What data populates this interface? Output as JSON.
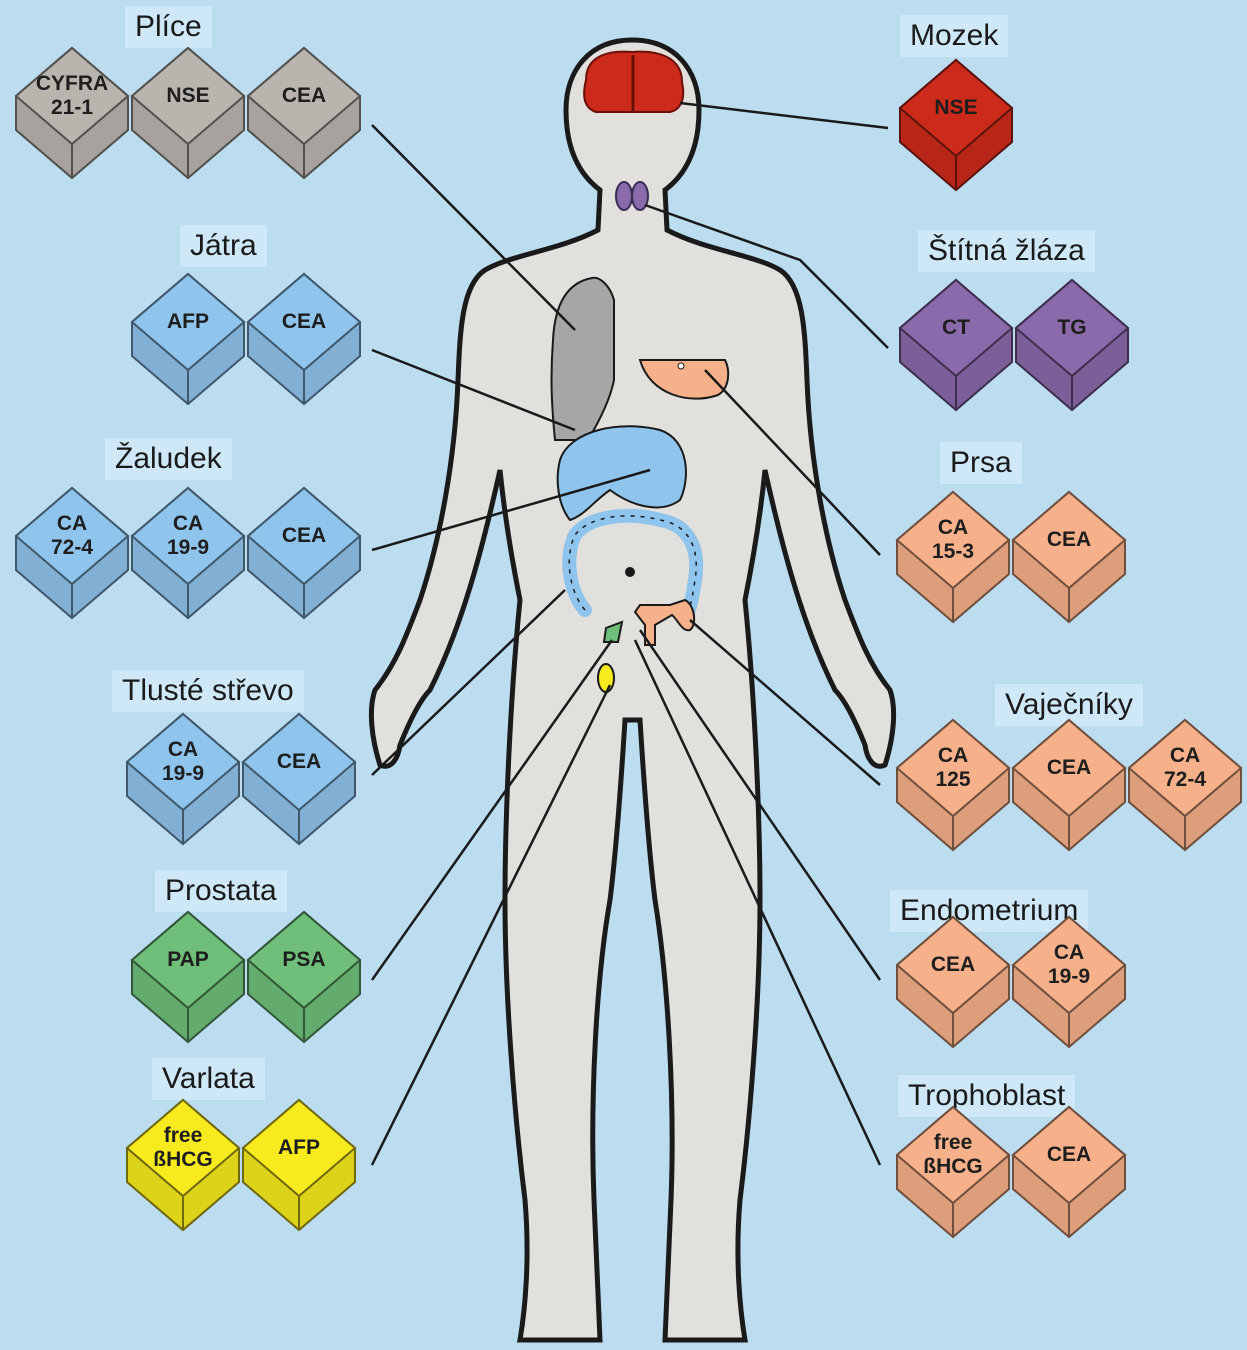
{
  "colors": {
    "background": "#bcdcf0",
    "grey": "#b9b4ae",
    "blue": "#8fc4ec",
    "green": "#6fbf7a",
    "yellow": "#f7ea1e",
    "red": "#cc2a1a",
    "purple": "#8a6aaa",
    "salmon": "#f6b08a"
  },
  "organs": [
    {
      "name": "Plíce",
      "color": "grey",
      "markers": [
        "CYFRA\n21-1",
        "NSE",
        "CEA"
      ]
    },
    {
      "name": "Játra",
      "color": "blue",
      "markers": [
        "AFP",
        "CEA"
      ]
    },
    {
      "name": "Žaludek",
      "color": "blue",
      "markers": [
        "CA\n72-4",
        "CA\n19-9",
        "CEA"
      ]
    },
    {
      "name": "Tlusté střevo",
      "color": "blue",
      "markers": [
        "CA\n19-9",
        "CEA"
      ]
    },
    {
      "name": "Prostata",
      "color": "green",
      "markers": [
        "PAP",
        "PSA"
      ]
    },
    {
      "name": "Varlata",
      "color": "yellow",
      "markers": [
        "free\nßHCG",
        "AFP"
      ]
    },
    {
      "name": "Mozek",
      "color": "red",
      "markers": [
        "NSE"
      ]
    },
    {
      "name": "Štítná žláza",
      "color": "purple",
      "markers": [
        "CT",
        "TG"
      ]
    },
    {
      "name": "Prsa",
      "color": "salmon",
      "markers": [
        "CA\n15-3",
        "CEA"
      ]
    },
    {
      "name": "Vaječníky",
      "color": "salmon",
      "markers": [
        "CA\n125",
        "CEA",
        "CA\n72-4"
      ]
    },
    {
      "name": "Endometrium",
      "color": "salmon",
      "markers": [
        "CEA",
        "CA\n19-9"
      ]
    },
    {
      "name": "Trophoblast",
      "color": "salmon",
      "markers": [
        "free\nßHCG",
        "CEA"
      ]
    }
  ]
}
